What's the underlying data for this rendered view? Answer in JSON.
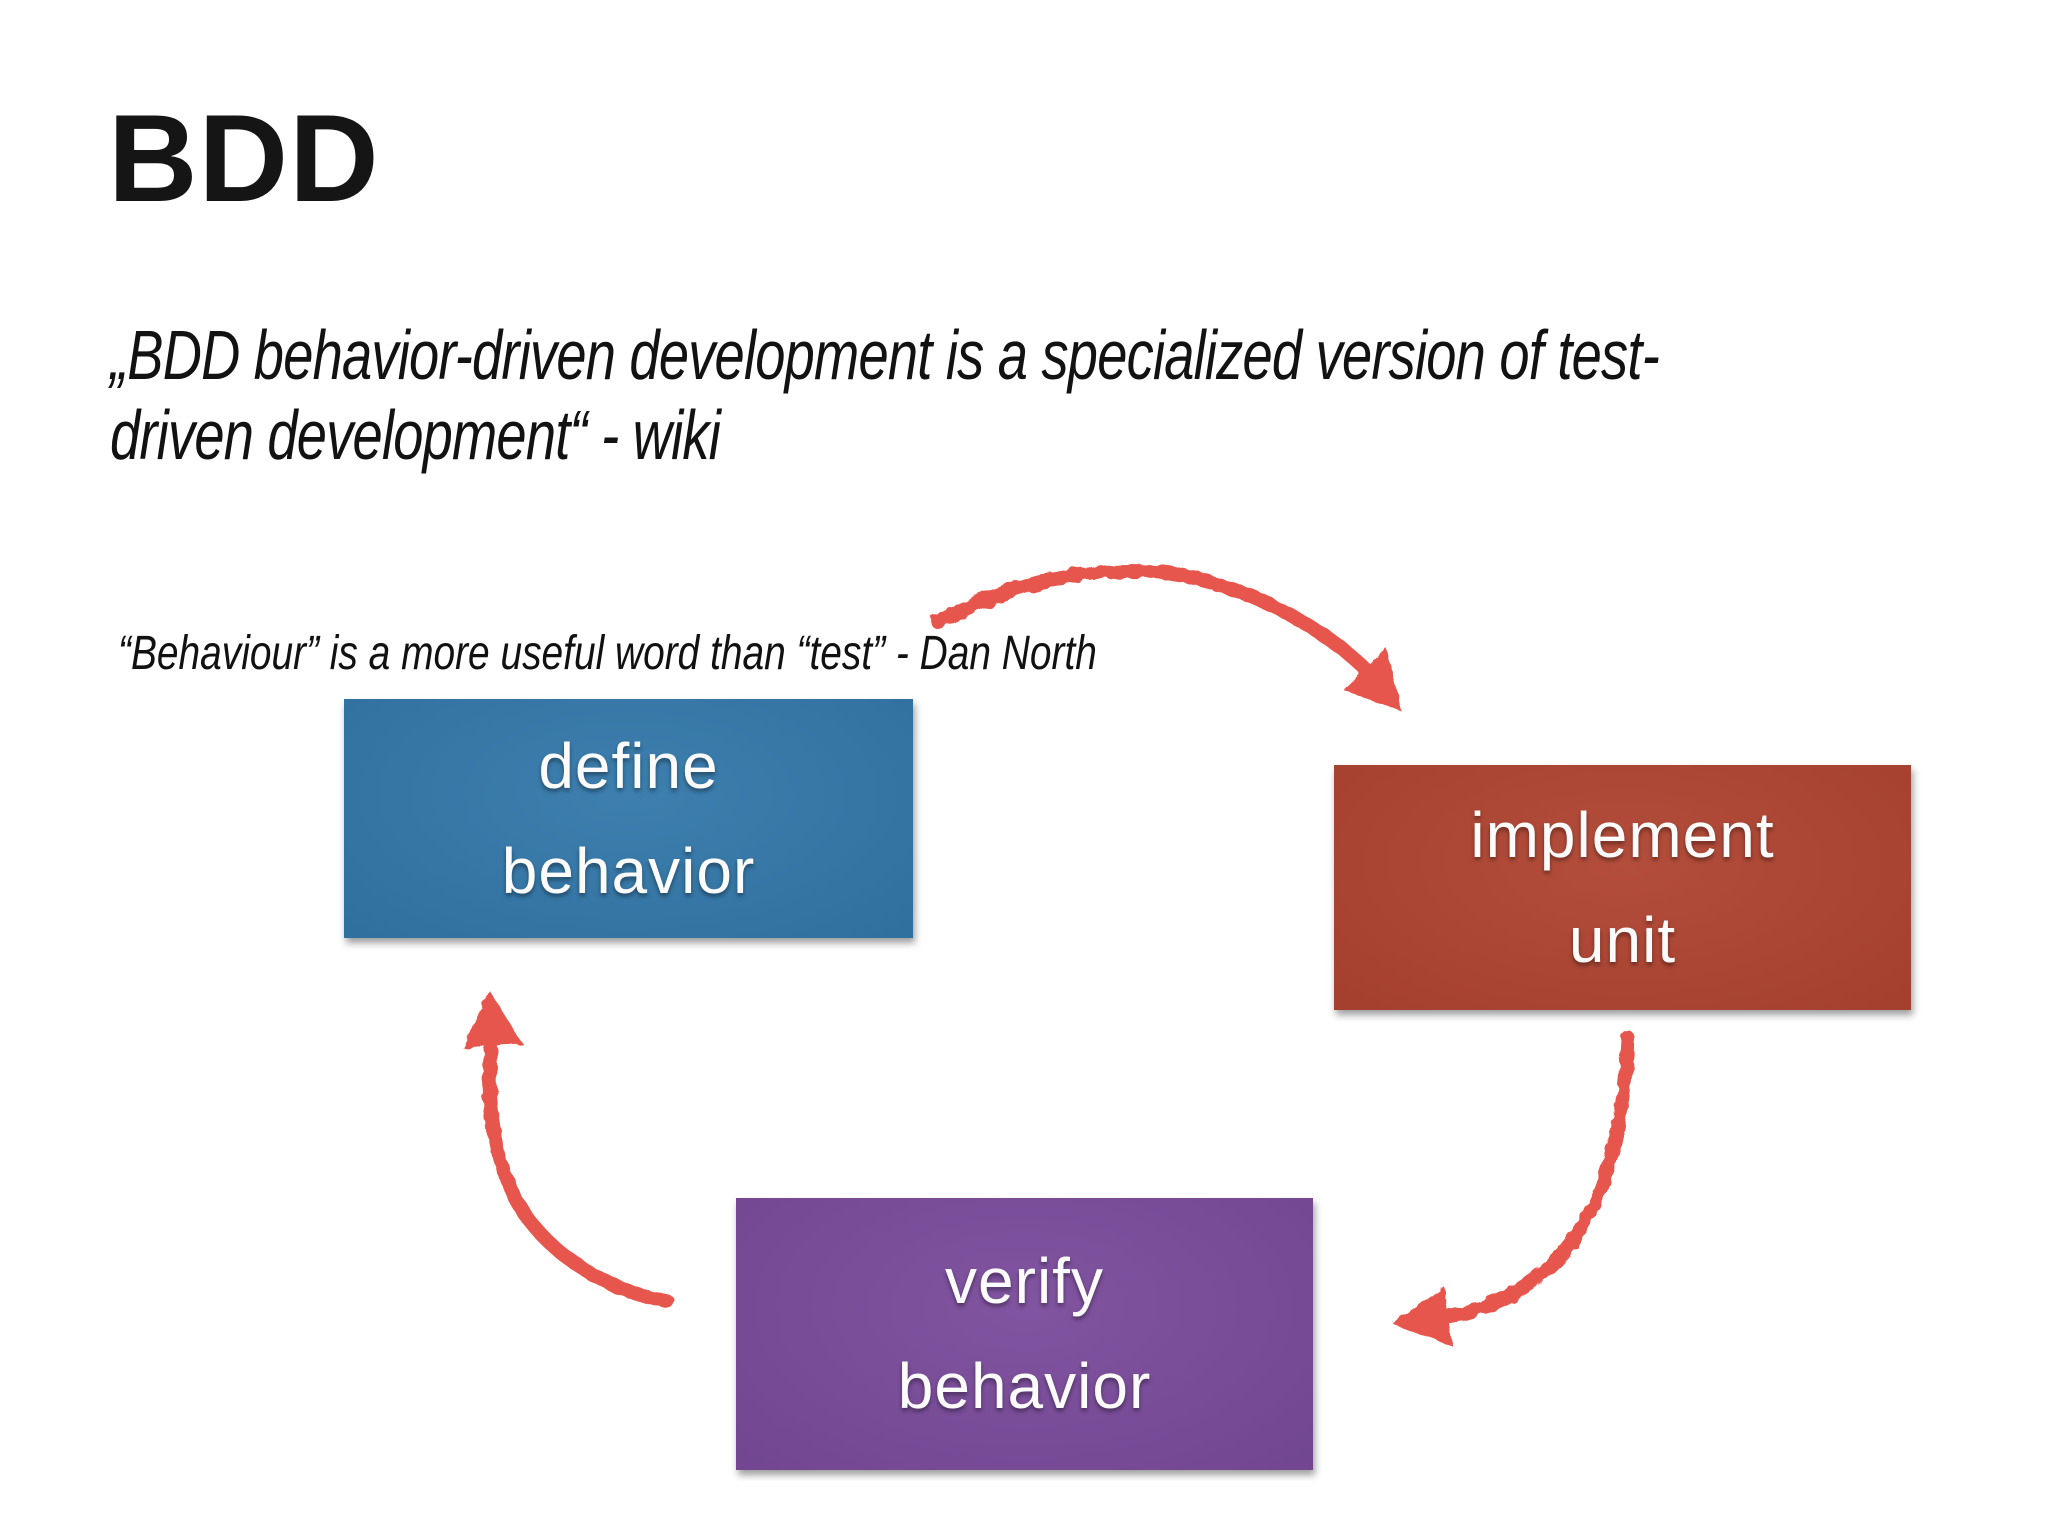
{
  "slide": {
    "title": "BDD",
    "quote": {
      "line1": "„BDD behavior-driven development is a specialized version of test-",
      "line2": "driven development“ - wiki"
    },
    "attribution_quote": "“Behaviour” is a more useful word than “test” - Dan North",
    "diagram": {
      "nodes": [
        {
          "id": "define-behavior",
          "label_line1": "define",
          "label_line2": "behavior",
          "color": "#3378aa"
        },
        {
          "id": "implement-unit",
          "label_line1": "implement",
          "label_line2": "unit",
          "color": "#b04431"
        },
        {
          "id": "verify-behavior",
          "label_line1": "verify",
          "label_line2": "behavior",
          "color": "#7a4b9b"
        }
      ],
      "arrow_color": "#e7564e",
      "cycle": [
        "define behavior → implement unit",
        "implement unit → verify behavior",
        "verify behavior → define behavior"
      ]
    },
    "background": "#ffffff",
    "text_color": "#151515"
  }
}
